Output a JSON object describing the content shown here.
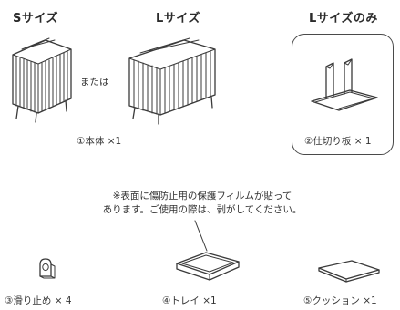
{
  "labels": {
    "s_size": "Sサイズ",
    "l_size": "Lサイズ",
    "l_size_only": "Lサイズのみ",
    "or": "または"
  },
  "parts": {
    "body": "①本体 ×1",
    "divider": "②仕切り板 × 1",
    "stopper": "③滑り止め × 4",
    "tray": "④トレイ ×1",
    "cushion": "⑤クッション ×1"
  },
  "note": {
    "line1": "※表面に傷防止用の保護フィルムが貼って",
    "line2": "あります。ご使用の際は、剥がしてください。"
  }
}
